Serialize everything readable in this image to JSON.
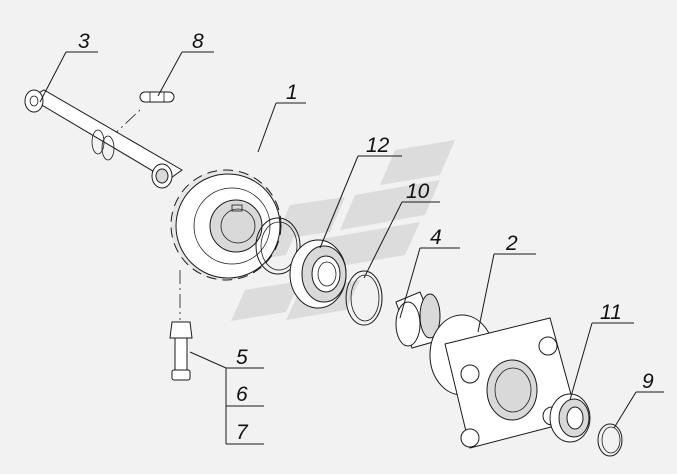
{
  "diagram": {
    "callouts": [
      {
        "id": "1",
        "text": "1"
      },
      {
        "id": "2",
        "text": "2"
      },
      {
        "id": "3",
        "text": "3"
      },
      {
        "id": "4",
        "text": "4"
      },
      {
        "id": "5",
        "text": "5"
      },
      {
        "id": "6",
        "text": "6"
      },
      {
        "id": "7",
        "text": "7"
      },
      {
        "id": "8",
        "text": "8"
      },
      {
        "id": "9",
        "text": "9"
      },
      {
        "id": "10",
        "text": "10"
      },
      {
        "id": "11",
        "text": "11"
      },
      {
        "id": "12",
        "text": "12"
      }
    ],
    "colors": {
      "background": "#f2f2f2",
      "line": "#1a1a1a",
      "part_fill": "#ffffff",
      "part_shade": "#d9d9d9",
      "watermark": "#dcdcdc"
    }
  }
}
